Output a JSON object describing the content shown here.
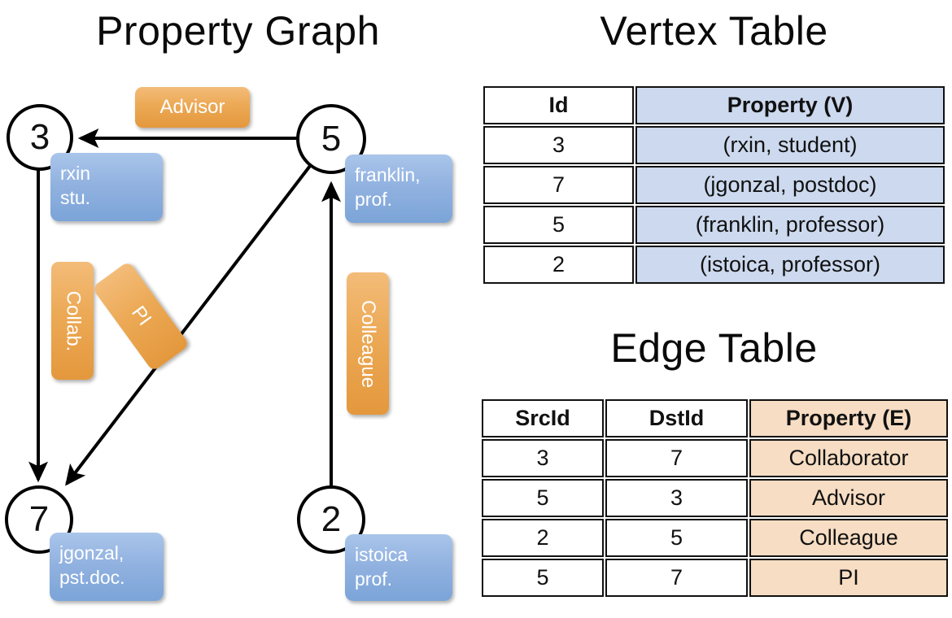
{
  "titles": {
    "property_graph": "Property Graph",
    "vertex_table": "Vertex Table",
    "edge_table": "Edge Table"
  },
  "graph": {
    "nodes": [
      {
        "id": "3",
        "property": "rxin\nstu."
      },
      {
        "id": "5",
        "property": "franklin,\nprof."
      },
      {
        "id": "7",
        "property": "jgonzal,\npst.doc."
      },
      {
        "id": "2",
        "property": "istoica\nprof."
      }
    ],
    "node_labels": {
      "n3": "3",
      "n5": "5",
      "n7": "7",
      "n2": "2"
    },
    "property_boxes": {
      "rxin_line1": "rxin",
      "rxin_line2": "stu.",
      "franklin_line1": "franklin,",
      "franklin_line2": "prof.",
      "jgonzal_line1": "jgonzal,",
      "jgonzal_line2": "pst.doc.",
      "istoica_line1": "istoica",
      "istoica_line2": "prof."
    },
    "edge_labels": {
      "advisor": "Advisor",
      "collab": "Collab.",
      "pi": "PI",
      "colleague": "Colleague"
    },
    "edges": [
      {
        "src": "5",
        "dst": "3",
        "label": "Advisor"
      },
      {
        "src": "3",
        "dst": "7",
        "label": "Collab."
      },
      {
        "src": "5",
        "dst": "7",
        "label": "PI"
      },
      {
        "src": "2",
        "dst": "5",
        "label": "Colleague"
      }
    ]
  },
  "vertex_table": {
    "headers": [
      "Id",
      "Property (V)"
    ],
    "rows": [
      [
        "3",
        "(rxin, student)"
      ],
      [
        "7",
        "(jgonzal, postdoc)"
      ],
      [
        "5",
        "(franklin, professor)"
      ],
      [
        "2",
        "(istoica, professor)"
      ]
    ]
  },
  "edge_table": {
    "headers": [
      "SrcId",
      "DstId",
      "Property (E)"
    ],
    "rows": [
      [
        "3",
        "7",
        "Collaborator"
      ],
      [
        "5",
        "3",
        "Advisor"
      ],
      [
        "2",
        "5",
        "Colleague"
      ],
      [
        "5",
        "7",
        "PI"
      ]
    ]
  },
  "colors": {
    "vertex_property_bg": "#ccd9ee",
    "edge_property_bg": "#f6ddc3",
    "node_property_box": "#8fb0df",
    "edge_label_box": "#eca955",
    "stroke": "#111111"
  }
}
